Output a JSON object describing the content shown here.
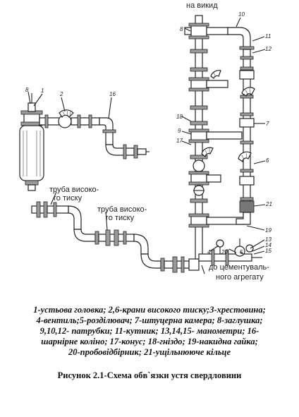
{
  "diagram": {
    "labels": {
      "outlet": "на викид",
      "hp_pipe_1a": "труба високо-",
      "hp_pipe_1b": "го тиску",
      "hp_pipe_2a": "труба високо-",
      "hp_pipe_2b": "го тиску",
      "cement_a": "до цементуваль-",
      "cement_b": "ного агрегату"
    },
    "callouts": [
      "8",
      "10",
      "11",
      "12",
      "7",
      "18",
      "9",
      "17",
      "6",
      "21",
      "19",
      "13",
      "14",
      "15",
      "4",
      "20",
      "5",
      "8",
      "1",
      "2",
      "16"
    ]
  },
  "legend": {
    "lines": [
      "1-устьова головка; 2,6-крани високого тиску;3-хрестовина;",
      "4-вентиль;5-розділювач; 7-штуцерна камера; 8-заглушка;",
      "9,10,12- патрубки; 11-кутник; 13,14,15- манометри; 16-",
      "шарнірне коліно; 17-конус; 18-гніздо; 19-накидна гайка;",
      "20-пробовідбірник; 21-ущільнююче кільце"
    ]
  },
  "caption": "Рисунок 2.1-Схема обв`язки устя свердловини"
}
